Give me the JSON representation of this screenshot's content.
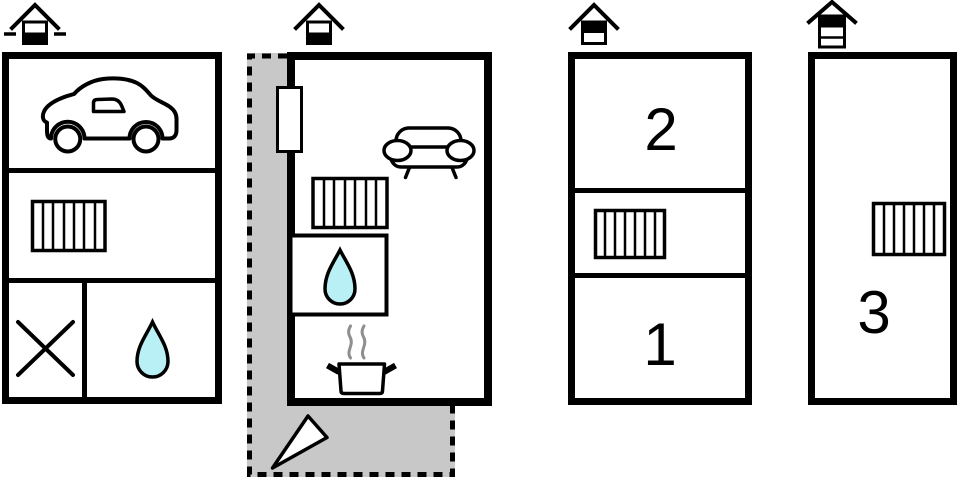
{
  "title": "vacation-home-floor-plan",
  "colors": {
    "wall": "#000000",
    "terrace": "#c8c8c8",
    "water": "#b9f0f5",
    "steam": "#8f8f8f",
    "background": "#ffffff"
  },
  "panels": [
    {
      "name": "basement-garage",
      "floor_indicator": "house-level-basement-with-ground-line",
      "icons": [
        "house-basement-icon",
        "car-icon",
        "radiator-icon",
        "crossed-area-icon",
        "water-drop-icon"
      ],
      "room_labels": []
    },
    {
      "name": "ground-floor",
      "floor_indicator": "house-level-ground",
      "icons": [
        "house-ground-icon",
        "door-icon",
        "sofa-icon",
        "radiator-icon",
        "water-drop-icon",
        "cooking-pot-icon",
        "steam-icon",
        "north-arrow-icon"
      ],
      "features": [
        "terrace-dashed-gray"
      ],
      "room_labels": []
    },
    {
      "name": "first-floor",
      "floor_indicator": "house-level-first",
      "icons": [
        "house-first-floor-icon",
        "radiator-icon"
      ],
      "room_labels": [
        "2",
        "1"
      ]
    },
    {
      "name": "second-floor",
      "floor_indicator": "house-level-top",
      "icons": [
        "house-top-floor-icon",
        "radiator-icon"
      ],
      "room_labels": [
        "3"
      ]
    }
  ]
}
